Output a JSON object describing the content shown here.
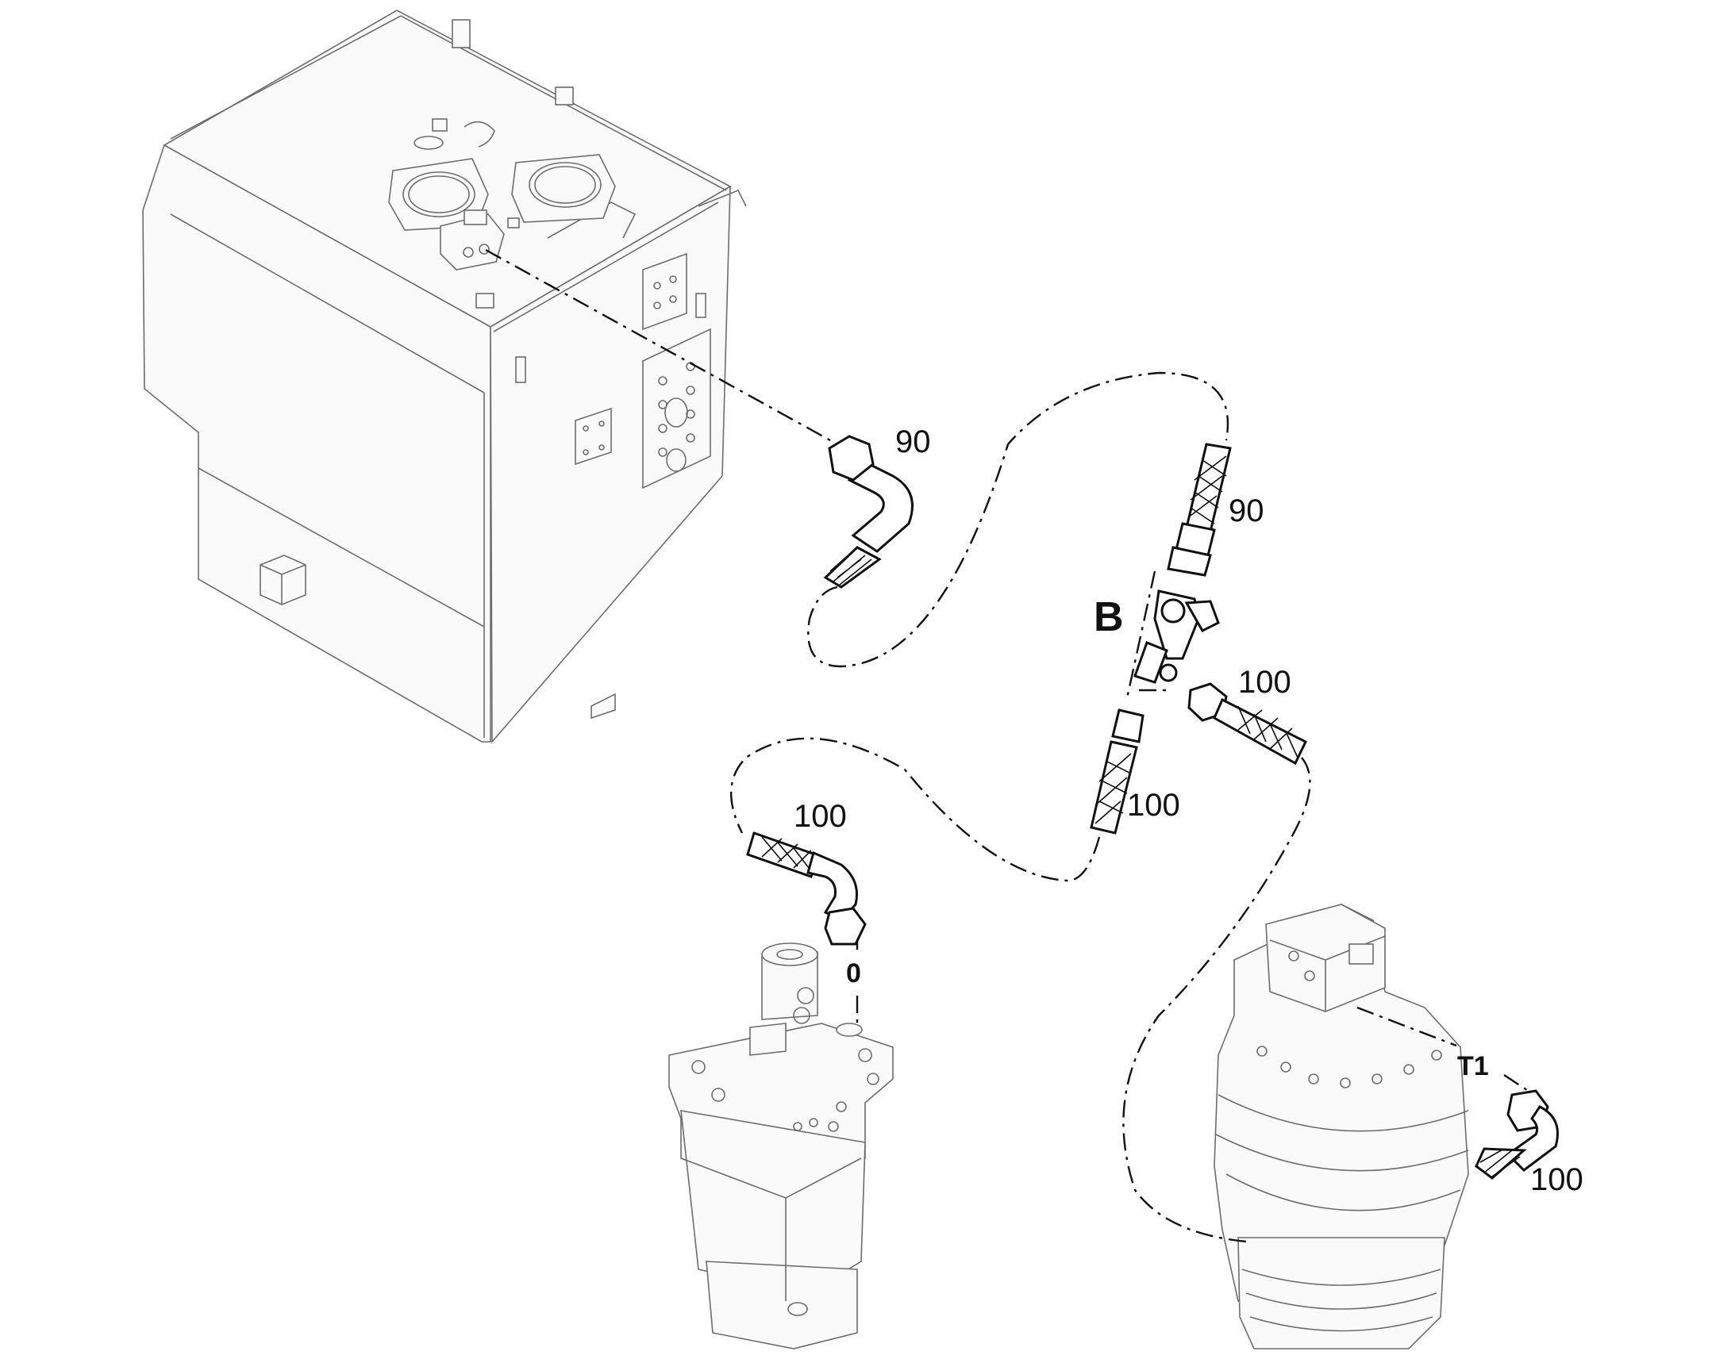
{
  "callouts": {
    "tank_hose_top": "90",
    "upper_right_hose": "90",
    "tee_fitting": "B",
    "tee_right_hose": "100",
    "tee_lower_hose": "100",
    "left_motor_hose": "100",
    "left_motor_port": "0",
    "right_motor_port": "T1",
    "right_motor_hose": "100"
  }
}
